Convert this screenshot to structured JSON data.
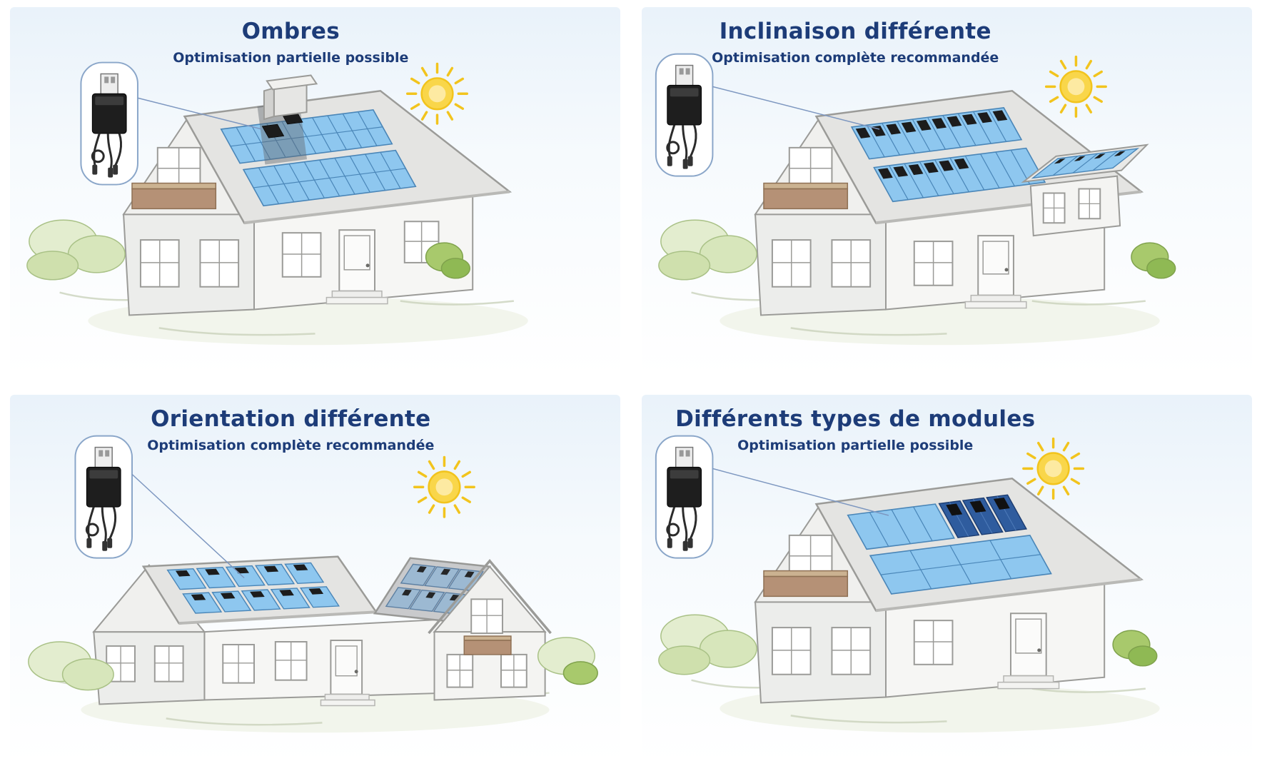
{
  "quadrants": [
    {
      "id": "ombres",
      "title": "Ombres",
      "subtitle": "Optimisation partielle possible"
    },
    {
      "id": "inclinaison",
      "title": "Inclinaison différente",
      "subtitle": "Optimisation complète recommandée"
    },
    {
      "id": "orientation",
      "title": "Orientation différente",
      "subtitle": "Optimisation complète recommandée"
    },
    {
      "id": "modules",
      "title": "Différents types de modules",
      "subtitle": "Optimisation partielle possible"
    }
  ],
  "icons": {
    "sun": "sun-icon",
    "optimizer": "power-optimizer-icon",
    "house": "house-illustration"
  },
  "colors": {
    "heading_navy": "#1d3c78",
    "panel_blue_light": "#8ec7ef",
    "panel_blue_dark": "#2f5c9e",
    "panel_grid": "#4a86b8",
    "sun_yellow": "#f2c41d",
    "bush_green": "#cfe0ad",
    "balcony_brown": "#b59176",
    "wall_grey": "#f4f4f2",
    "roof_grey": "#e4e4e2",
    "background_top": "#e9f2fa"
  }
}
